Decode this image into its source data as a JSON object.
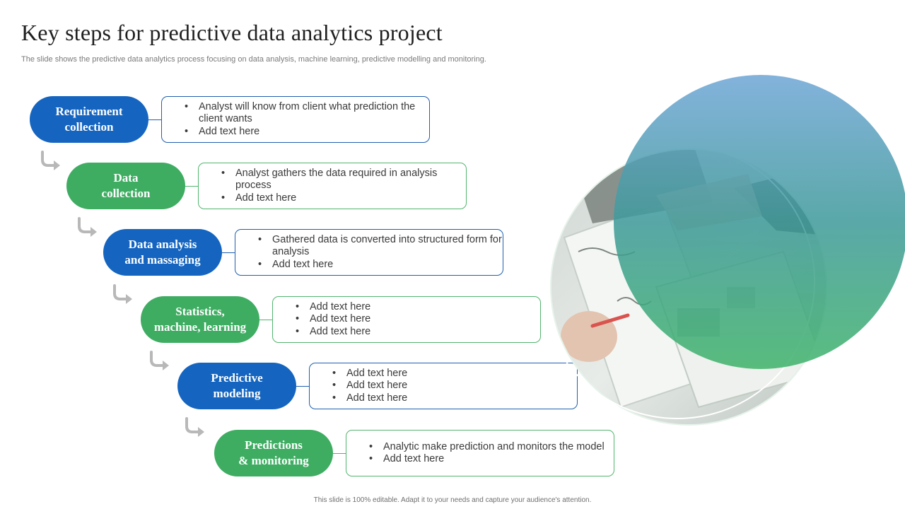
{
  "title": "Key steps for predictive data analytics project",
  "subtitle": "The slide shows the predictive data analytics process focusing on data analysis, machine learning, predictive modelling and monitoring.",
  "footer": "This slide is 100% editable. Adapt it to your needs and capture your audience's attention.",
  "colors": {
    "blue": "#1565c0",
    "green": "#3ead62",
    "arrow": "#b8b8b8"
  },
  "steps": [
    {
      "label": "Requirement\ncollection",
      "color": "blue",
      "bullets": [
        "Analyst will know from client what prediction the client wants",
        "Add text here"
      ]
    },
    {
      "label": "Data\ncollection",
      "color": "green",
      "bullets": [
        "Analyst gathers the data required in analysis process",
        "Add text here"
      ]
    },
    {
      "label": "Data analysis\nand massaging",
      "color": "blue",
      "bullets": [
        "Gathered data is converted into structured form for analysis",
        "Add text here"
      ]
    },
    {
      "label": "Statistics,\nmachine, learning",
      "color": "green",
      "bullets": [
        "Add text here",
        "Add text here",
        "Add text here"
      ]
    },
    {
      "label": "Predictive\nmodeling",
      "color": "blue",
      "bullets": [
        "Add text here",
        "Add text here",
        "Add text here"
      ]
    },
    {
      "label": "Predictions\n& monitoring",
      "color": "green",
      "bullets": [
        "Analytic make prediction and monitors the model",
        "Add text here"
      ]
    }
  ],
  "hero_image": {
    "icon": "business-meeting-photo-circle"
  }
}
